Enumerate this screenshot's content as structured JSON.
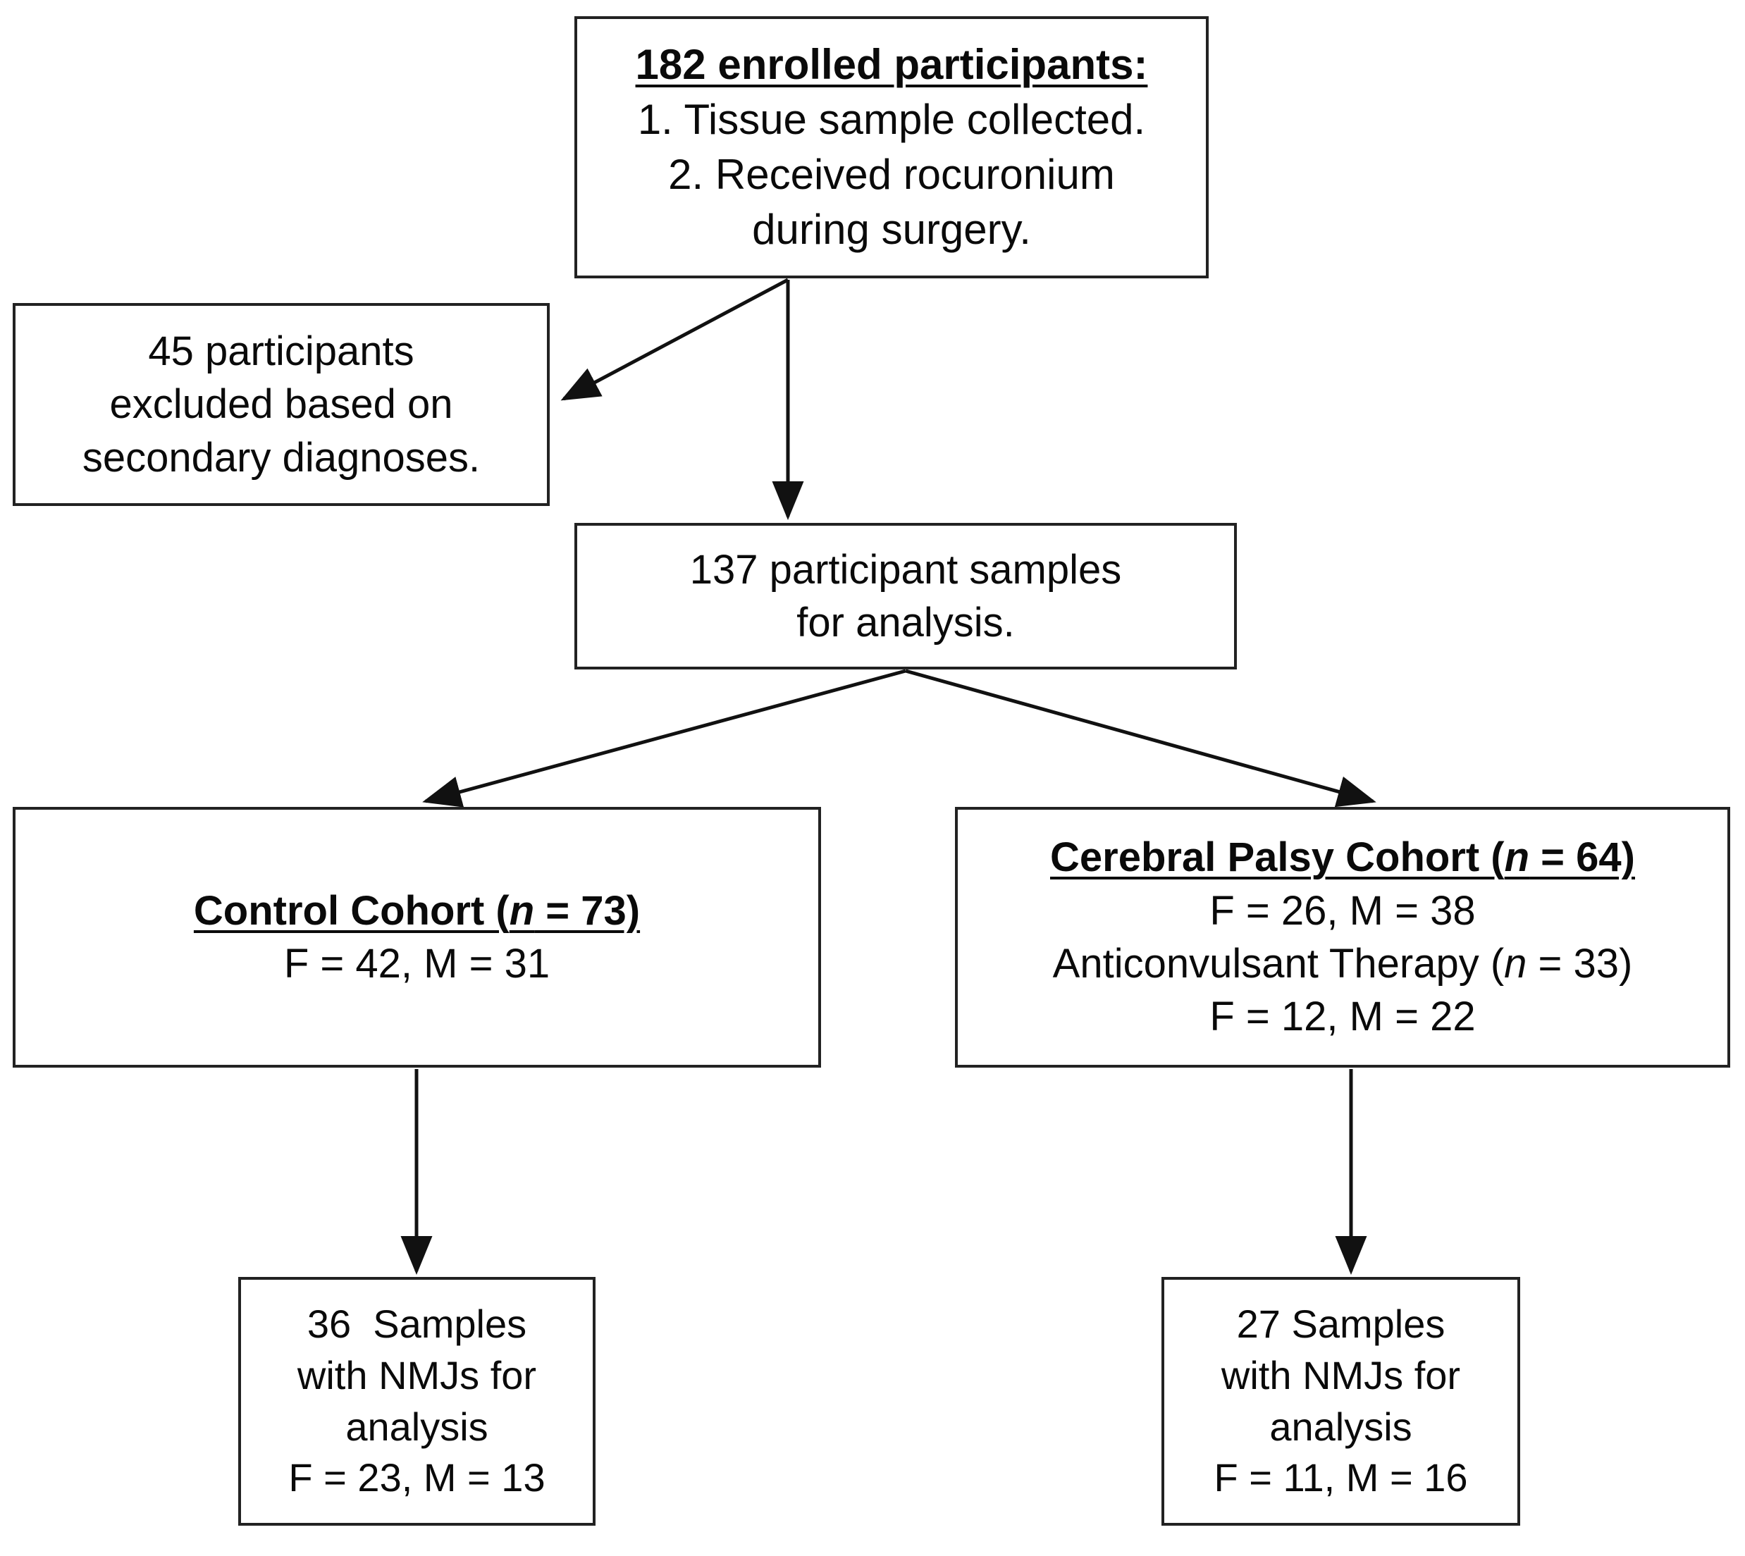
{
  "diagram": {
    "type": "flowchart",
    "title": "Participant enrollment and sample analysis flow",
    "colors": {
      "box_border": "#222222",
      "background": "#ffffff",
      "text": "#0a0a0a",
      "connector": "#111111"
    },
    "nodes": {
      "enrolled": {
        "heading": "182 enrolled participants:",
        "line1": "1. Tissue sample collected.",
        "line2": "2. Received rocuronium",
        "line3": "during surgery.",
        "count": 182
      },
      "excluded": {
        "line1": "45 participants",
        "line2": "excluded based on",
        "line3": "secondary diagnoses.",
        "count": 45
      },
      "samples": {
        "line1": "137 participant samples",
        "line2": "for analysis.",
        "count": 137
      },
      "control": {
        "heading_prefix": "Control Cohort (",
        "heading_italic": "n",
        "heading_suffix": " = 73)",
        "sex_counts": "F = 42, M = 31",
        "n": 73,
        "female": 42,
        "male": 31
      },
      "cerebral_palsy": {
        "heading_prefix": "Cerebral Palsy Cohort (",
        "heading_italic": "n",
        "heading_suffix": " = 64)",
        "sex_counts": "F = 26, M = 38",
        "therapy_prefix": "Anticonvulsant Therapy (",
        "therapy_italic": "n",
        "therapy_suffix": " = 33)",
        "therapy_sex_counts": "F = 12, M = 22",
        "n": 64,
        "female": 26,
        "male": 38,
        "therapy_n": 33,
        "therapy_female": 12,
        "therapy_male": 22
      },
      "control_nmj": {
        "line1": "36  Samples",
        "line2": "with NMJs for",
        "line3": "analysis",
        "line4": "F = 23, M = 13",
        "count": 36,
        "female": 23,
        "male": 13
      },
      "cp_nmj": {
        "line1": "27 Samples",
        "line2": "with NMJs for",
        "line3": "analysis",
        "line4": "F = 11, M = 16",
        "count": 27,
        "female": 11,
        "male": 16
      }
    },
    "edges": [
      {
        "from": "enrolled",
        "to": "excluded",
        "style": "diagonal-arrow"
      },
      {
        "from": "enrolled",
        "to": "samples",
        "style": "vertical-arrow"
      },
      {
        "from": "samples",
        "to": "control",
        "style": "diagonal-arrow"
      },
      {
        "from": "samples",
        "to": "cerebral_palsy",
        "style": "diagonal-arrow"
      },
      {
        "from": "control",
        "to": "control_nmj",
        "style": "vertical-arrow"
      },
      {
        "from": "cerebral_palsy",
        "to": "cp_nmj",
        "style": "vertical-arrow"
      }
    ]
  }
}
